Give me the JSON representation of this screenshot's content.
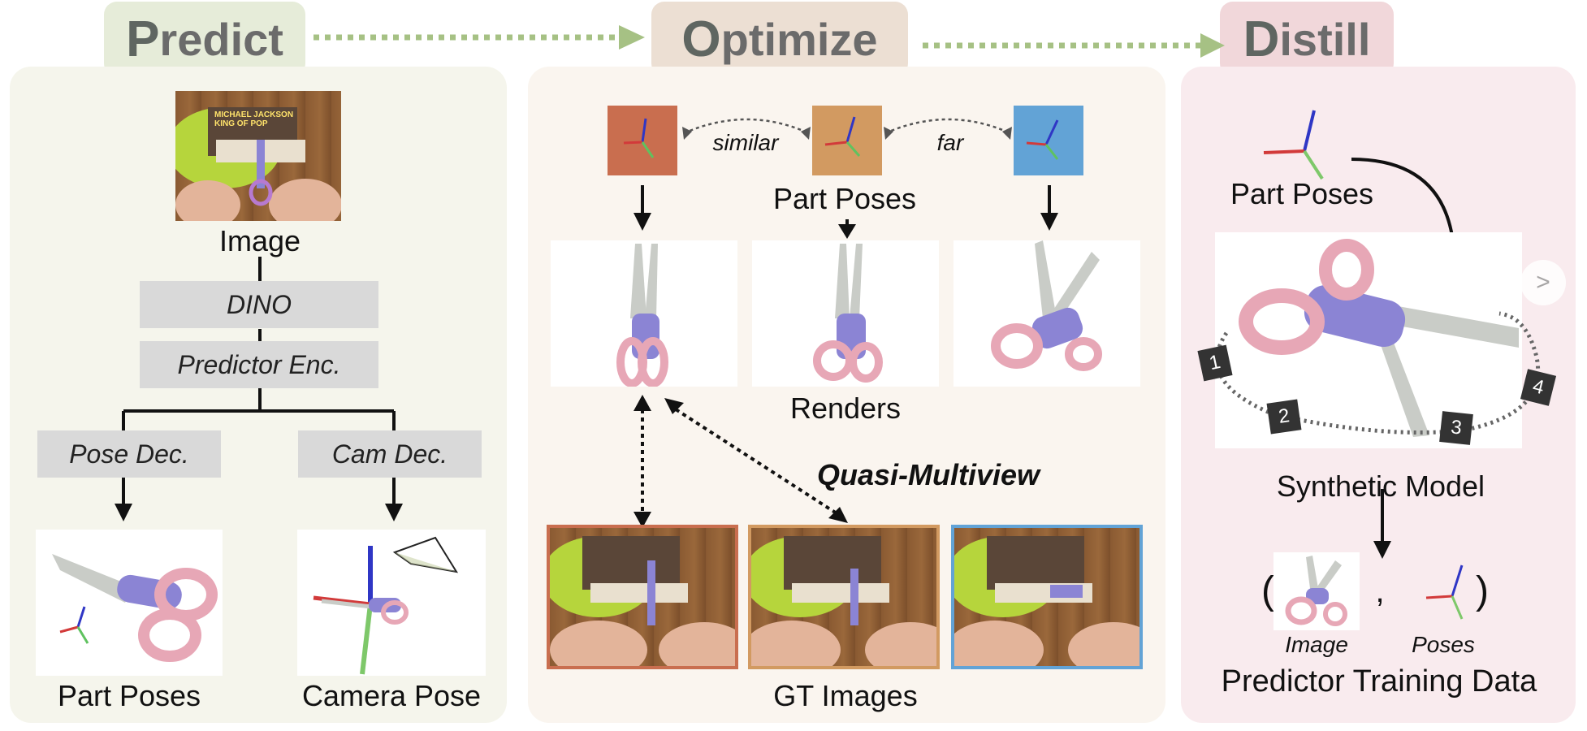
{
  "stages": {
    "predict": {
      "first": "P",
      "rest": "redict"
    },
    "optimize": {
      "first": "O",
      "rest": "ptimize"
    },
    "distill": {
      "first": "D",
      "rest": "istill"
    }
  },
  "predict_panel": {
    "image_label": "Image",
    "dino": "DINO",
    "predictor_enc": "Predictor Enc.",
    "pose_dec": "Pose Dec.",
    "cam_dec": "Cam Dec.",
    "part_poses": "Part Poses",
    "camera_pose": "Camera Pose",
    "book_text": "MICHAEL JACKSON KING OF POP"
  },
  "optimize_panel": {
    "similar": "similar",
    "far": "far",
    "part_poses": "Part Poses",
    "renders": "Renders",
    "quasi_multiview": "Quasi-Multiview",
    "gt_images": "GT Images"
  },
  "distill_panel": {
    "part_poses": "Part Poses",
    "synthetic_model": "Synthetic Model",
    "camera_numbers": [
      "1",
      "2",
      "3",
      "4"
    ],
    "open_paren": "(",
    "comma": ",",
    "close_paren": ")",
    "image_caption": "Image",
    "poses_caption": "Poses",
    "predictor_training_data": "Predictor Training Data",
    "next_glyph": ">"
  },
  "colors": {
    "predict_panel_bg": "#f5f5ec",
    "optimize_panel_bg": "#faf5ef",
    "distill_panel_bg": "#f9ebee",
    "predict_pill": "#e6ecd9",
    "optimize_pill": "#ecdfd3",
    "distill_pill": "#f1d7da",
    "dotted_arrow": "#a6c184",
    "pose_red": "#c96e4f",
    "pose_orange": "#d29a61",
    "pose_blue": "#62a3d6",
    "scissor_purple": "#8b84d4",
    "scissor_pink": "#e7a7b6",
    "blade": "#c9ccc7"
  }
}
